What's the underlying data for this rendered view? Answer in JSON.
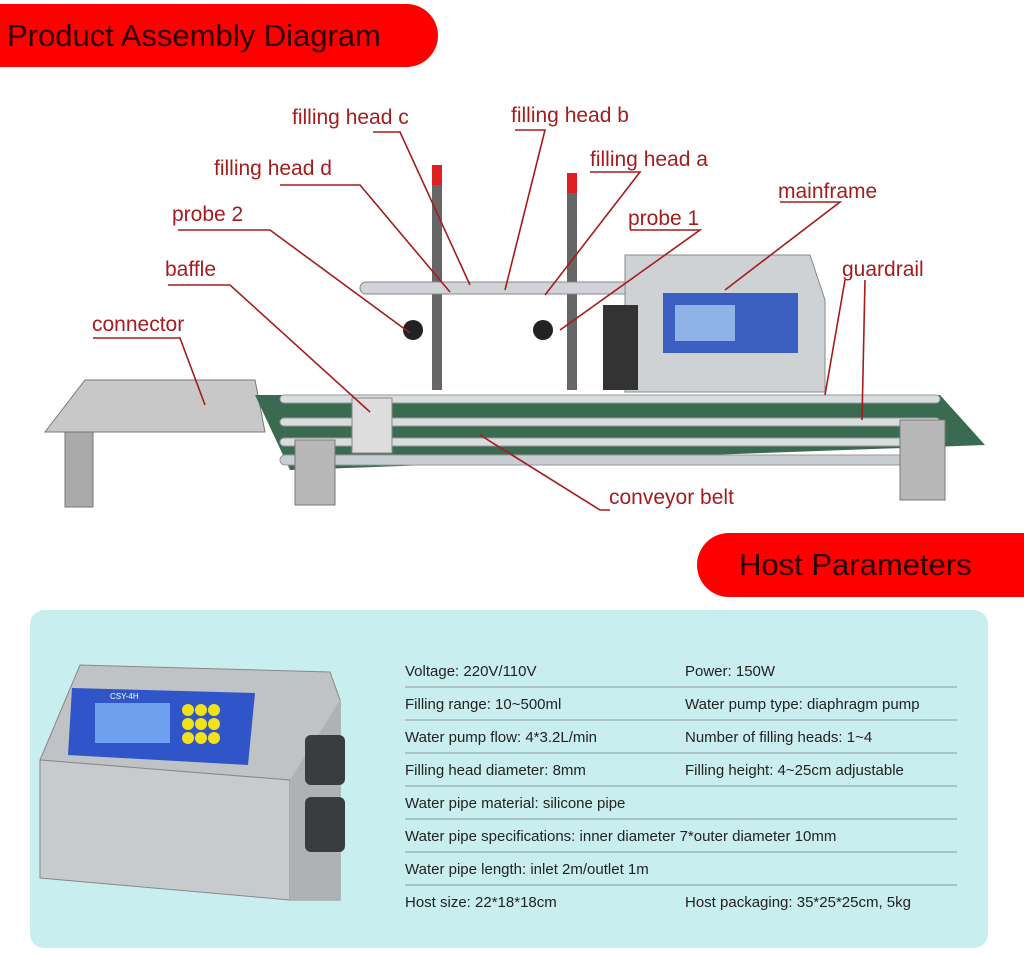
{
  "headers": {
    "assembly": "Product Assembly Diagram",
    "host": "Host Parameters"
  },
  "labels": {
    "filling_head_c": "filling head c",
    "filling_head_b": "filling head b",
    "filling_head_d": "filling head d",
    "filling_head_a": "filling head a",
    "probe_2": "probe 2",
    "probe_1": "probe 1",
    "mainframe": "mainframe",
    "guardrail": "guardrail",
    "baffle": "baffle",
    "connector": "connector",
    "conveyor_belt": "conveyor belt"
  },
  "parameters": [
    [
      "Voltage: 220V/110V",
      "Power: 150W"
    ],
    [
      "Filling range: 10~500ml",
      "Water pump type: diaphragm pump"
    ],
    [
      "Water pump flow: 4*3.2L/min",
      "Number of filling heads: 1~4"
    ],
    [
      "Filling head diameter: 8mm",
      "Filling height: 4~25cm adjustable"
    ],
    [
      "Water pipe material: silicone pipe",
      ""
    ],
    [
      "Water pipe specifications: inner diameter 7*outer diameter 10mm",
      ""
    ],
    [
      "Water pipe length: inlet 2m/outlet 1m",
      ""
    ],
    [
      "Host size: 22*18*18cm",
      "Host packaging: 35*25*25cm, 5kg"
    ]
  ],
  "device": {
    "model": "CSY-4H"
  },
  "colors": {
    "banner": "#fe0000",
    "label": "#a51c1c",
    "panel": "#c9eef0"
  }
}
